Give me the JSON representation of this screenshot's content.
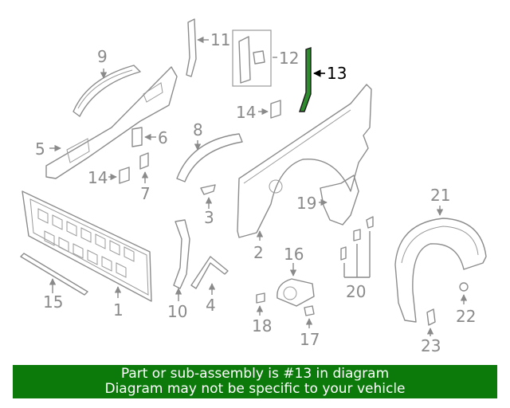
{
  "colors": {
    "banner_bg": "#0b7a0b",
    "highlight_part": "#2e8b2e"
  },
  "highlighted_callout": "13",
  "callouts": {
    "c1": "1",
    "c2": "2",
    "c3": "3",
    "c4": "4",
    "c5": "5",
    "c6": "6",
    "c7": "7",
    "c8": "8",
    "c9": "9",
    "c10": "10",
    "c11": "11",
    "c12": "12",
    "c13": "13",
    "c14a": "14",
    "c14b": "14",
    "c15": "15",
    "c16": "16",
    "c17": "17",
    "c18": "18",
    "c19": "19",
    "c20": "20",
    "c21": "21",
    "c22": "22",
    "c23": "23"
  },
  "banner": {
    "line1": "Part or sub-assembly is #13 in diagram",
    "line2": "Diagram may not be specific to your vehicle"
  }
}
